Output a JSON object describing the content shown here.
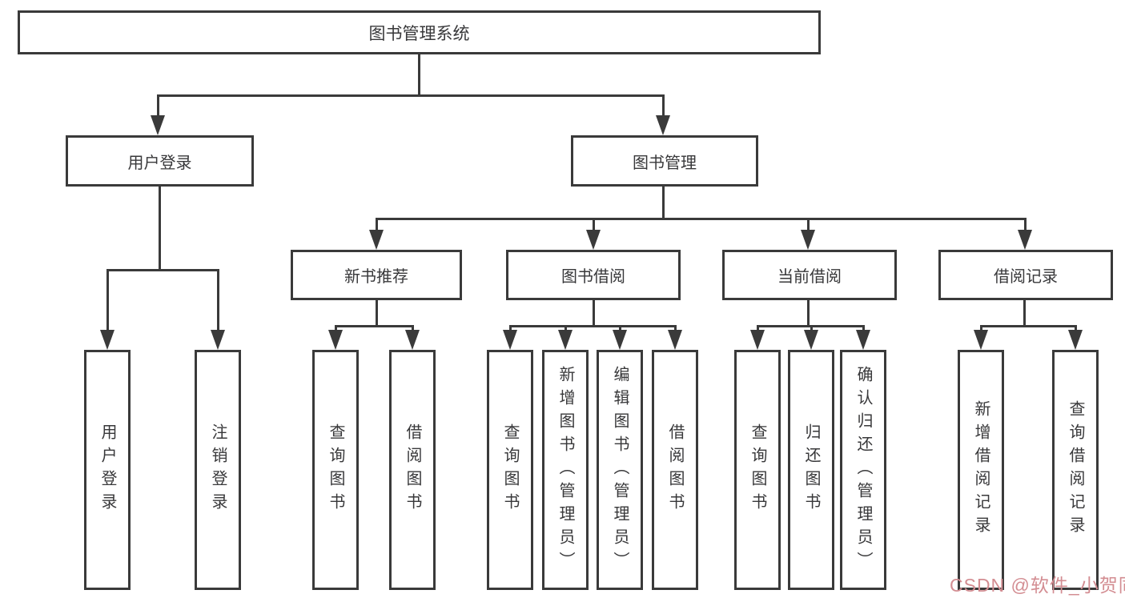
{
  "tree": {
    "root": "图书管理系统",
    "branches": [
      {
        "label": "用户登录",
        "children": [
          "用户登录",
          "注销登录"
        ]
      },
      {
        "label": "图书管理",
        "groups": [
          {
            "label": "新书推荐",
            "children": [
              "查询图书",
              "借阅图书"
            ]
          },
          {
            "label": "图书借阅",
            "children": [
              "查询图书",
              "新增图书（管理员）",
              "编辑图书（管理员）",
              "借阅图书"
            ]
          },
          {
            "label": "当前借阅",
            "children": [
              "查询图书",
              "归还图书",
              "确认归还（管理员）"
            ]
          },
          {
            "label": "借阅记录",
            "children": [
              "新增借阅记录",
              "查询借阅记录"
            ]
          }
        ]
      }
    ]
  },
  "watermark": {
    "text": "CSDN @软件_小贺同学",
    "color": "#d38d92"
  },
  "colors": {
    "line": "#3a3a3a",
    "box_border": "#3a3a3a",
    "box_bg": "#ffffff",
    "text": "#38383a",
    "background": "#ffffff"
  }
}
